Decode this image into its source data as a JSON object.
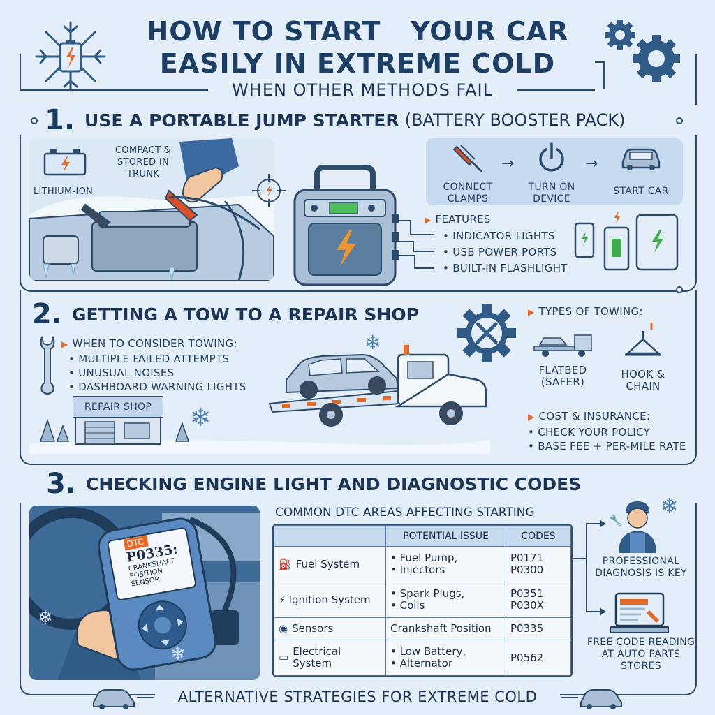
{
  "header": {
    "title_line1": "HOW TO START   YOUR CAR",
    "title_line2": "EASILY IN EXTREME COLD",
    "subtitle": "WHEN OTHER METHODS FAIL"
  },
  "section1": {
    "number": "1.",
    "heading": "USE A PORTABLE JUMP STARTER",
    "heading_paren": "(BATTERY BOOSTER PACK)",
    "battery_label": "LITHIUM-ION",
    "trunk_label": "COMPACT & STORED IN TRUNK",
    "steps": [
      {
        "label": "CONNECT CLAMPS",
        "icon": "clamp-icon"
      },
      {
        "label": "TURN ON DEVICE",
        "icon": "power-icon"
      },
      {
        "label": "START CAR",
        "icon": "car-icon"
      }
    ],
    "features_title": "FEATURES",
    "features": [
      "INDICATOR LIGHTS",
      "USB POWER PORTS",
      "BUILT-IN FLASHLIGHT"
    ]
  },
  "section2": {
    "number": "2.",
    "heading": "GETTING A TOW TO A REPAIR SHOP",
    "consider_title": "WHEN TO CONSIDER TOWING:",
    "consider_items": [
      "MULTIPLE FAILED ATTEMPTS",
      "UNUSUAL NOISES",
      "DASHBOARD WARNING LIGHTS"
    ],
    "shop_sign": "REPAIR SHOP",
    "types_title": "TYPES OF TOWING:",
    "types": [
      {
        "label": "FLATBED (SAFER)",
        "icon": "flatbed-truck-icon"
      },
      {
        "label": "HOOK & CHAIN",
        "icon": "hook-icon"
      }
    ],
    "cost_title": "COST & INSURANCE:",
    "cost_items": [
      "CHECK YOUR POLICY",
      "BASE FEE + PER-MILE RATE"
    ]
  },
  "section3": {
    "number": "3.",
    "heading": "CHECKING ENGINE LIGHT AND DIAGNOSTIC CODES",
    "scanner_tag": "DTC",
    "scanner_code": "P0335:",
    "scanner_text": "CRANKSHAFT POSITION SENSOR",
    "table_title": "COMMON DTC AREAS AFFECTING STARTING",
    "col_issue": "POTENTIAL ISSUE",
    "col_codes": "CODES",
    "rows": [
      {
        "system": "Fuel System",
        "issue": "• Fuel Pump,\n• Injectors",
        "codes": "P0171\nP0300",
        "icon": "fuel-pump-icon"
      },
      {
        "system": "Ignition System",
        "issue": "• Spark Plugs,\n• Coils",
        "codes": "P0351\nP030X",
        "icon": "spark-plug-icon"
      },
      {
        "system": "Sensors",
        "issue": "Crankshaft Position",
        "codes": "P0335",
        "icon": "sensor-icon"
      },
      {
        "system": "Electrical System",
        "issue": "• Low Battery,\n• Alternator",
        "codes": "P0562",
        "icon": "battery-icon"
      }
    ],
    "pro_label": "PROFESSIONAL DIAGNOSIS IS KEY",
    "free_label": "FREE CODE READING AT AUTO PARTS STORES"
  },
  "footer": {
    "label": "ALTERNATIVE STRATEGIES FOR EXTREME COLD"
  },
  "colors": {
    "background": "#e4eef8",
    "accent": "#e36b2a",
    "navy": "#1c3556",
    "panel": "#d3e3f3"
  }
}
